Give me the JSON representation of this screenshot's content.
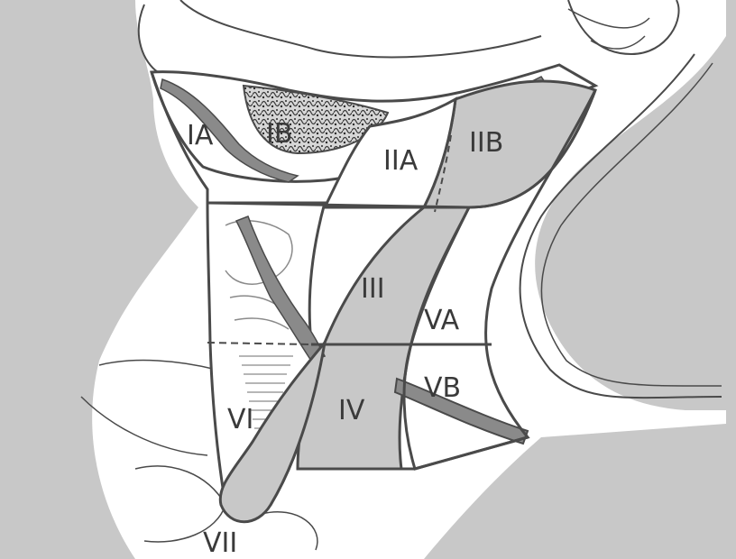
{
  "colors": {
    "background": "#c8c8c8",
    "skin": "#ffffff",
    "outline": "#4a4a4a",
    "level_fill": "#c8c8c8",
    "muscle": "#8a8a8a"
  },
  "levels": {
    "IA": "IA",
    "IB": "IB",
    "IIA": "IIA",
    "IIB": "IIB",
    "III": "III",
    "IV": "IV",
    "VA": "VA",
    "VB": "VB",
    "VI": "VI",
    "VII": "VII"
  }
}
